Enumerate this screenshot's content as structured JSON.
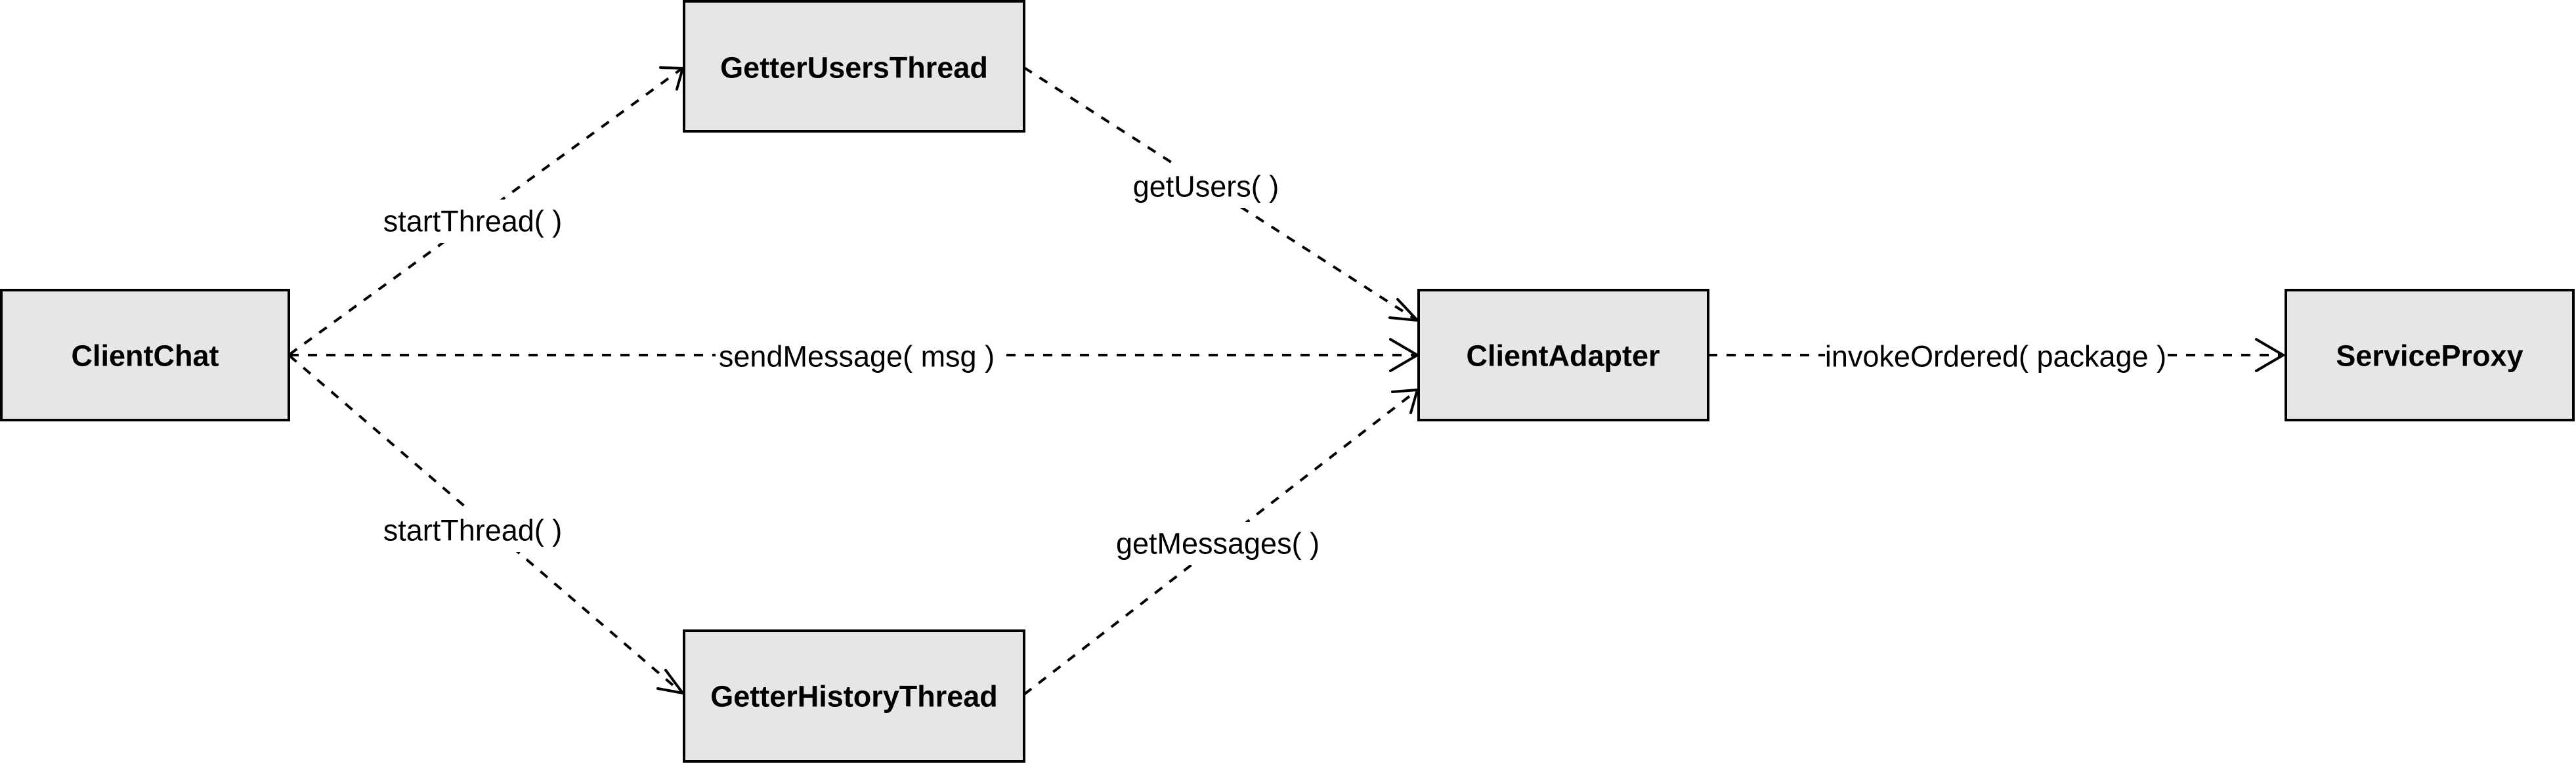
{
  "diagram": {
    "nodes": {
      "client_chat": "ClientChat",
      "getter_users_thread": "GetterUsersThread",
      "getter_history_thread": "GetterHistoryThread",
      "client_adapter": "ClientAdapter",
      "service_proxy": "ServiceProxy"
    },
    "edges": {
      "start_thread_users": "startThread( )",
      "start_thread_history": "startThread( )",
      "send_message": "sendMessage( msg )",
      "get_users": "getUsers( )",
      "get_messages": "getMessages( )",
      "invoke_ordered": "invokeOrdered( package )"
    },
    "colors": {
      "node_fill": "#e6e6e6",
      "stroke": "#000000",
      "background": "#ffffff"
    }
  }
}
